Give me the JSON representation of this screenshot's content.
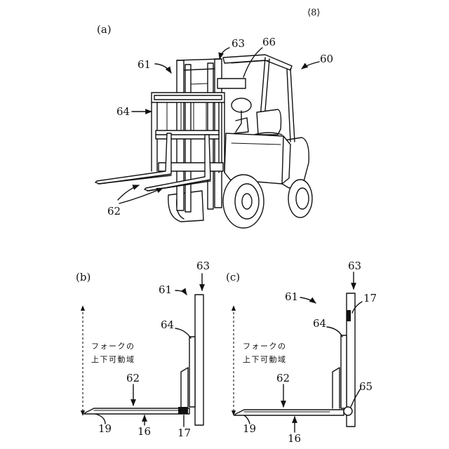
{
  "page_number": "⟨8⟩",
  "panels": {
    "a": {
      "label": "(a)",
      "refs": {
        "forklift": "60",
        "mast": "61",
        "forks": "62",
        "mast_post": "63",
        "backrest": "64",
        "overhead_guard": "66"
      }
    },
    "b": {
      "label": "(b)",
      "refs": {
        "mast": "61",
        "forks": "62",
        "mast_post": "63",
        "backrest": "64",
        "fork_body": "16",
        "sensor": "17",
        "fork_tip": "19"
      },
      "caption_line1": "フォークの",
      "caption_line2": "上下可動域"
    },
    "c": {
      "label": "(c)",
      "refs": {
        "mast": "61",
        "forks": "62",
        "mast_post": "63",
        "backrest": "64",
        "fork_body": "16",
        "sensor": "17",
        "fork_tip": "19",
        "roller": "65"
      },
      "caption_line1": "フォークの",
      "caption_line2": "上下可動域"
    }
  }
}
